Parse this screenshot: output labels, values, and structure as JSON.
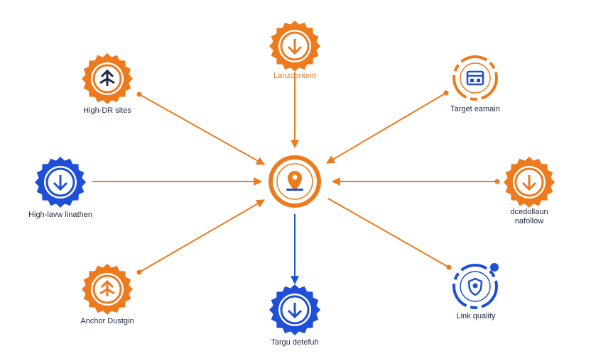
{
  "colors": {
    "orange": "#ee7a1e",
    "blue": "#1f4fd6",
    "navy": "#1f2a44",
    "background": "#ffffff"
  },
  "center": {
    "icon": "location-pin-icon"
  },
  "nodes": [
    {
      "id": "top",
      "label": "Lanzcontent",
      "icon": "arrow-down-icon",
      "color": "orange"
    },
    {
      "id": "top-left",
      "label": "High-DR sites",
      "icon": "arrow-up-icon",
      "color": "orange"
    },
    {
      "id": "top-right",
      "label": "Target eamain",
      "icon": "browser-window-icon",
      "color": "orange"
    },
    {
      "id": "left",
      "label": "High-lavw linathen",
      "icon": "arrow-down-icon",
      "color": "blue"
    },
    {
      "id": "right",
      "label": "dcedollaun\nnafollow",
      "icon": "arrow-down-icon",
      "color": "orange"
    },
    {
      "id": "bottom-left",
      "label": "Anchor Dustgin",
      "icon": "arrow-up-icon",
      "color": "orange"
    },
    {
      "id": "bottom",
      "label": "Targu detefuh",
      "icon": "arrow-down-icon",
      "color": "blue"
    },
    {
      "id": "bottom-right",
      "label": "Link quality",
      "icon": "shield-icon",
      "color": "blue"
    }
  ]
}
